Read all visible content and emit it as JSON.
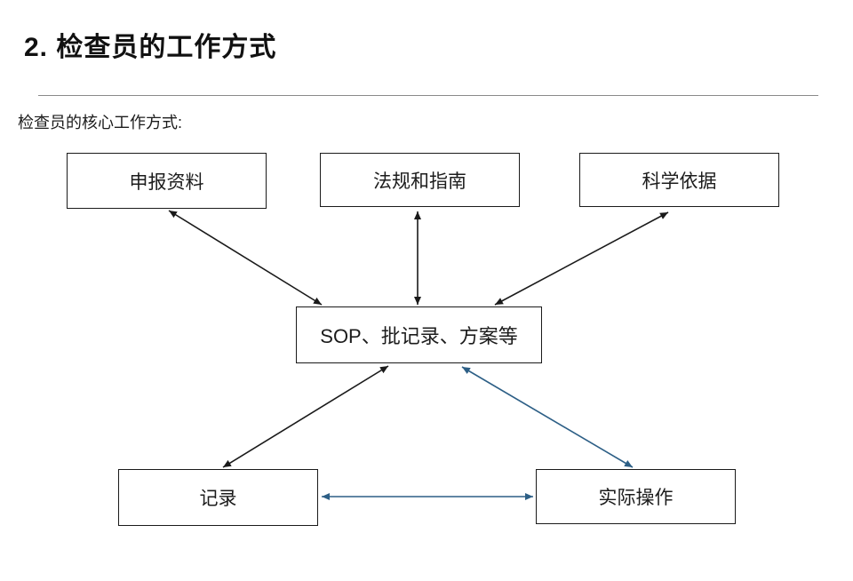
{
  "page": {
    "title": "2. 检查员的工作方式",
    "subtitle": "检查员的核心工作方式:"
  },
  "colors": {
    "black_arrow": "#1a1a1a",
    "blue_arrow": "#2d5f86",
    "box_border": "#1a1a1a",
    "divider": "#8a8a8a",
    "background": "#ffffff"
  },
  "diagram": {
    "nodes": [
      {
        "id": "shenbao",
        "label": "申报资料"
      },
      {
        "id": "fagui",
        "label": "法规和指南"
      },
      {
        "id": "kexue",
        "label": "科学依据"
      },
      {
        "id": "sop",
        "label": "SOP、批记录、方案等"
      },
      {
        "id": "jilu",
        "label": "记录"
      },
      {
        "id": "shiji",
        "label": "实际操作"
      }
    ],
    "edges": [
      {
        "from": "申报资料",
        "to": "SOP、批记录、方案等",
        "direction": "bidirectional",
        "color": "#1a1a1a"
      },
      {
        "from": "法规和指南",
        "to": "SOP、批记录、方案等",
        "direction": "bidirectional",
        "color": "#1a1a1a"
      },
      {
        "from": "科学依据",
        "to": "SOP、批记录、方案等",
        "direction": "bidirectional",
        "color": "#1a1a1a"
      },
      {
        "from": "SOP、批记录、方案等",
        "to": "记录",
        "direction": "bidirectional",
        "color": "#1a1a1a"
      },
      {
        "from": "SOP、批记录、方案等",
        "to": "实际操作",
        "direction": "bidirectional",
        "color": "#2d5f86"
      },
      {
        "from": "记录",
        "to": "实际操作",
        "direction": "bidirectional",
        "color": "#2d5f86"
      }
    ]
  }
}
